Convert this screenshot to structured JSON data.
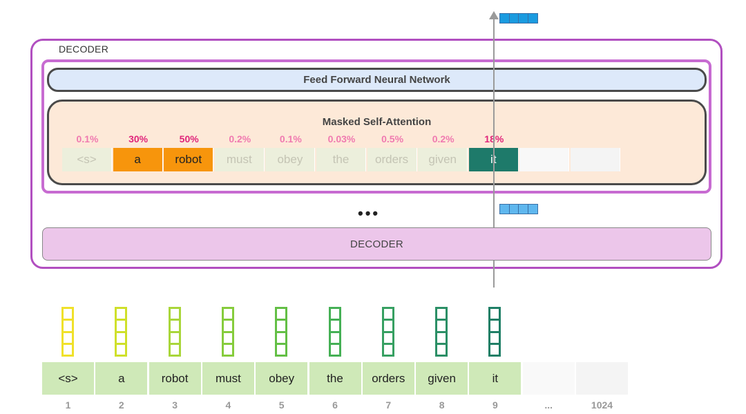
{
  "outer_decoder_label": "DECODER",
  "feed_forward_label": "Feed Forward Neural Network",
  "masked_attention_label": "Masked Self-Attention",
  "ellipsis": "•••",
  "lower_decoder_label": "DECODER",
  "attention_tokens": [
    {
      "text": "<s>",
      "percent": "0.1%",
      "bg": "#ecefdc",
      "fg": "#c4c4b4",
      "pct_color": "#f07ab0"
    },
    {
      "text": "a",
      "percent": "30%",
      "bg": "#f7950c",
      "fg": "#222222",
      "pct_color": "#e0247a"
    },
    {
      "text": "robot",
      "percent": "50%",
      "bg": "#f7950c",
      "fg": "#222222",
      "pct_color": "#e0247a"
    },
    {
      "text": "must",
      "percent": "0.2%",
      "bg": "#ecefdc",
      "fg": "#c4c4b4",
      "pct_color": "#f07ab0"
    },
    {
      "text": "obey",
      "percent": "0.1%",
      "bg": "#ecefdc",
      "fg": "#c4c4b4",
      "pct_color": "#f07ab0"
    },
    {
      "text": "the",
      "percent": "0.03%",
      "bg": "#ecefdc",
      "fg": "#c4c4b4",
      "pct_color": "#f07ab0"
    },
    {
      "text": "orders",
      "percent": "0.5%",
      "bg": "#ecefdc",
      "fg": "#c4c4b4",
      "pct_color": "#f07ab0"
    },
    {
      "text": "given",
      "percent": "0.2%",
      "bg": "#ecefdc",
      "fg": "#c4c4b4",
      "pct_color": "#f07ab0"
    },
    {
      "text": "it",
      "percent": "18%",
      "bg": "#1e7a6a",
      "fg": "#ffffff",
      "pct_color": "#e0247a"
    },
    {
      "text": "",
      "percent": "",
      "bg": "#f8f8f8",
      "fg": "#ffffff",
      "pct_color": "#ffffff"
    },
    {
      "text": "",
      "percent": "",
      "bg": "#f4f4f4",
      "fg": "#ffffff",
      "pct_color": "#ffffff"
    }
  ],
  "input_tokens": [
    {
      "text": "<s>",
      "pos": "1",
      "vec_color": "#f0e12a"
    },
    {
      "text": "a",
      "pos": "2",
      "vec_color": "#cfe02a"
    },
    {
      "text": "robot",
      "pos": "3",
      "vec_color": "#a9d63a"
    },
    {
      "text": "must",
      "pos": "4",
      "vec_color": "#86cc3c"
    },
    {
      "text": "obey",
      "pos": "5",
      "vec_color": "#63bf45"
    },
    {
      "text": "the",
      "pos": "6",
      "vec_color": "#45b055"
    },
    {
      "text": "orders",
      "pos": "7",
      "vec_color": "#37a062"
    },
    {
      "text": "given",
      "pos": "8",
      "vec_color": "#2b8f66"
    },
    {
      "text": "it",
      "pos": "9",
      "vec_color": "#1f7f66"
    },
    {
      "text": "",
      "pos": "...",
      "vec_color": ""
    },
    {
      "text": "",
      "pos": "1024",
      "vec_color": ""
    }
  ],
  "colors": {
    "decoder_border": "#b14fc0",
    "input_token_bg": "#cfe9b8",
    "vector_top": "#1a9be0",
    "vector_mid": "#5fb7ee"
  }
}
